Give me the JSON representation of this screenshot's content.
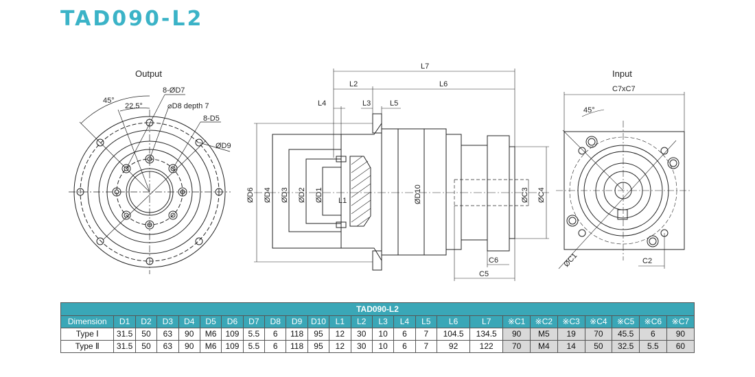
{
  "title": "TAD090-L2",
  "labels": {
    "output": "Output",
    "input": "Input",
    "ang45": "45°",
    "ang22": "22.5°",
    "d7": "8-ØD7",
    "d8": "⌀D8 depth 7",
    "d5": "8-D5",
    "d9": "ØD9",
    "L7": "L7",
    "L2": "L2",
    "L6": "L6",
    "L4": "L4",
    "L3": "L3",
    "L5": "L5",
    "L1": "L1",
    "D6": "ØD6",
    "D4": "ØD4",
    "D3": "ØD3",
    "D2": "ØD2",
    "D1": "ØD1",
    "D10": "ØD10",
    "C3": "ØC3",
    "C4": "ØC4",
    "C6": "C6",
    "C5": "C5",
    "C7xC7": "C7xC7",
    "in45": "45°",
    "C1": "ØC1",
    "C2": "C2"
  },
  "table": {
    "header": "TAD090-L2",
    "columns": [
      "Dimension",
      "D1",
      "D2",
      "D3",
      "D4",
      "D5",
      "D6",
      "D7",
      "D8",
      "D9",
      "D10",
      "L1",
      "L2",
      "L3",
      "L4",
      "L5",
      "L6",
      "L7",
      "※C1",
      "※C2",
      "※C3",
      "※C4",
      "※C5",
      "※C6",
      "※C7"
    ],
    "rows": [
      [
        "Type Ⅰ",
        "31.5",
        "50",
        "63",
        "90",
        "M6",
        "109",
        "5.5",
        "6",
        "118",
        "95",
        "12",
        "30",
        "10",
        "6",
        "7",
        "104.5",
        "134.5",
        "90",
        "M5",
        "19",
        "70",
        "45.5",
        "6",
        "90"
      ],
      [
        "Type Ⅱ",
        "31.5",
        "50",
        "63",
        "90",
        "M6",
        "109",
        "5.5",
        "6",
        "118",
        "95",
        "12",
        "30",
        "10",
        "6",
        "7",
        "92",
        "122",
        "70",
        "M4",
        "14",
        "50",
        "32.5",
        "5.5",
        "60"
      ]
    ]
  },
  "colors": {
    "accent": "#3bb3c7",
    "table_header": "#3aa7b7",
    "shade": "#d9d9d9"
  }
}
